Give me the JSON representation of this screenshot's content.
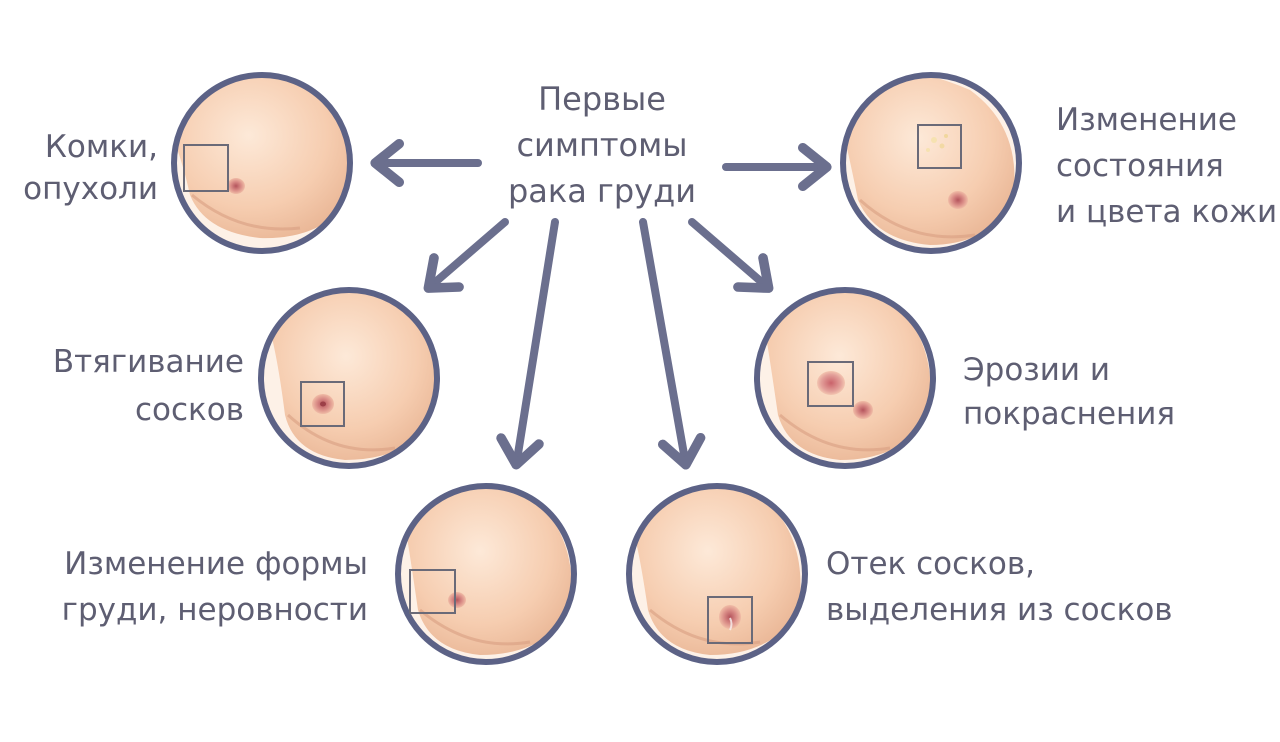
{
  "center_title": [
    "Первые",
    "симптомы",
    "рака груди"
  ],
  "symptoms": [
    {
      "lines": [
        "Комки,",
        "опухоли"
      ]
    },
    {
      "lines": [
        "Изменение",
        "состояния",
        "и цвета кожи"
      ]
    },
    {
      "lines": [
        "Втягивание",
        "сосков"
      ]
    },
    {
      "lines": [
        "Эрозии и",
        "покраснения"
      ]
    },
    {
      "lines": [
        "Изменение формы",
        "груди, неровности"
      ]
    },
    {
      "lines": [
        "Отек сосков,",
        "выделения из сосков"
      ]
    }
  ],
  "colors": {
    "text": "#5e5e72",
    "arrow": "#6b6f8e",
    "circle_border": "#5c6286",
    "skin_light": "#fbe3d0",
    "skin_mid": "#f3c3a5",
    "skin_shadow": "#dea585",
    "nipple": "#c97a78",
    "marker_box": "#6a6a78"
  }
}
